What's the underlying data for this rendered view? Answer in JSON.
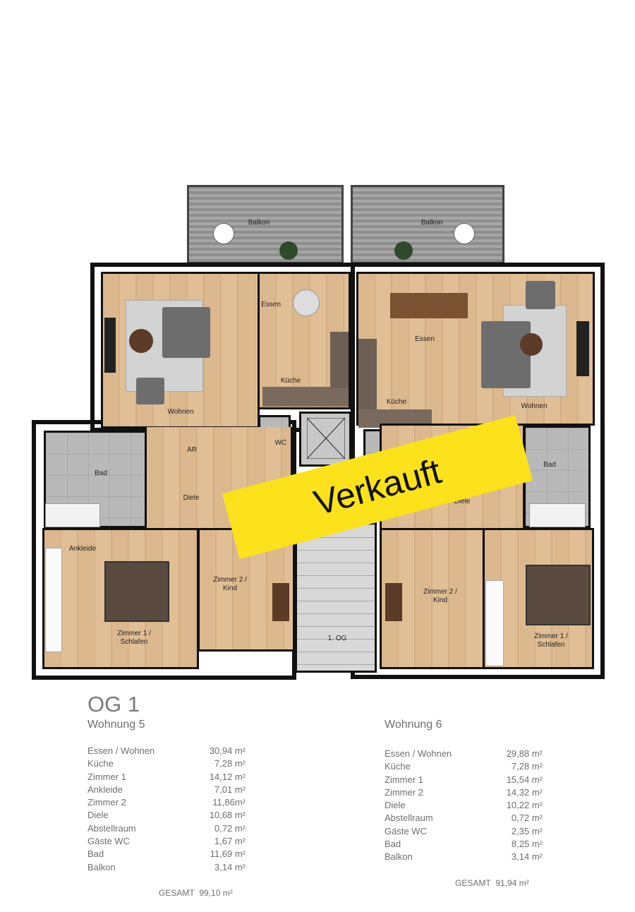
{
  "plan": {
    "floor_label": "1. OG",
    "rooms_left": {
      "balkon": "Balkon",
      "essen": "Essen",
      "wohnen": "Wohnen",
      "kueche": "Küche",
      "wc": "WC",
      "ar": "AR",
      "bad": "Bad",
      "diele": "Diele",
      "ankleide": "Ankleide",
      "zimmer1": "Zimmer 1 /\nSchlafen",
      "zimmer2": "Zimmer 2 /\nKind"
    },
    "rooms_right": {
      "balkon": "Balkon",
      "essen": "Essen",
      "wohnen": "Wohnen",
      "kueche": "Küche",
      "bad": "Bad",
      "diele": "Diele",
      "zimmer1": "Zimmer 1 /\nSchlafen",
      "zimmer2": "Zimmer 2 /\nKind"
    },
    "stamp": "Verkauft",
    "stamp_color": "#fbe21b"
  },
  "floor_title": "OG 1",
  "units": [
    {
      "title": "Wohnung 5",
      "rows": [
        {
          "room": "Essen / Wohnen",
          "area": "30,94 m²"
        },
        {
          "room": "Küche",
          "area": "7,28 m²"
        },
        {
          "room": "Zimmer 1",
          "area": "14,12 m²"
        },
        {
          "room": "Ankleide",
          "area": "7,01 m²"
        },
        {
          "room": "Zimmer 2",
          "area": "11,86m²"
        },
        {
          "room": "Diele",
          "area": "10,68 m²"
        },
        {
          "room": "Abstellraum",
          "area": "0,72 m²"
        },
        {
          "room": "Gäste WC",
          "area": "1,67 m²"
        },
        {
          "room": "Bad",
          "area": "11,69 m²"
        },
        {
          "room": "Balkon",
          "area": "3,14 m²"
        }
      ],
      "total_label": "GESAMT",
      "total": "99,10 m²"
    },
    {
      "title": "Wohnung 6",
      "rows": [
        {
          "room": "Essen / Wohnen",
          "area": "29,88 m²"
        },
        {
          "room": "Küche",
          "area": "7,28 m²"
        },
        {
          "room": "Zimmer 1",
          "area": "15,54 m²"
        },
        {
          "room": "Zimmer 2",
          "area": "14,32 m²"
        },
        {
          "room": "Diele",
          "area": "10,22 m²"
        },
        {
          "room": "Abstellraum",
          "area": "0,72 m²"
        },
        {
          "room": "Gäste WC",
          "area": "2,35 m²"
        },
        {
          "room": "Bad",
          "area": "8,25 m²"
        },
        {
          "room": "Balkon",
          "area": "3,14 m²"
        }
      ],
      "total_label": "GESAMT",
      "total": "91,94 m²"
    }
  ]
}
